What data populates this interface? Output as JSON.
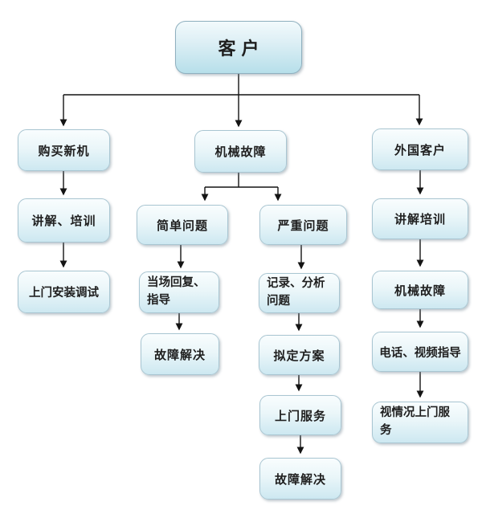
{
  "flowchart": {
    "description": "customer-service flowchart",
    "colors": {
      "node_fill_top": "#f9fdfe",
      "node_fill_bottom": "#cde8f1",
      "node_border": "#a9c6d2",
      "connector": "#141414",
      "text": "#1f1f1f",
      "background": "#ffffff"
    },
    "nodes": {
      "kehu": "客户",
      "goumai_xinji": "购买新机",
      "jiangjie_peixun_left": "讲解、培训",
      "shangmen_anzhuang": "上门安装调试",
      "jixie_guzhang_mid": "机械故障",
      "jiandan_wenti": "简单问题",
      "yanzhong_wenti": "严重问题",
      "dangchang_huifu": "当场回复、指导",
      "guzhang_jiejue_left": "故障解决",
      "jilu_fenxi": "记录、分析问题",
      "niding_fangan": "拟定方案",
      "shangmen_fuwu": "上门服务",
      "guzhang_jiejue_mid": "故障解决",
      "waiguo_kehu": "外国客户",
      "jiangjie_peixun_right": "讲解培训",
      "jixie_guzhang_right": "机械故障",
      "dianhua_shipin": "电话、视频指导",
      "shiqingkuang_shangmen": "视情况上门服务"
    },
    "edges": [
      {
        "from": "客户",
        "to": "购买新机"
      },
      {
        "from": "客户",
        "to": "机械故障"
      },
      {
        "from": "客户",
        "to": "外国客户"
      },
      {
        "from": "购买新机",
        "to": "讲解、培训"
      },
      {
        "from": "讲解、培训",
        "to": "上门安装调试"
      },
      {
        "from": "机械故障",
        "to": "简单问题"
      },
      {
        "from": "机械故障",
        "to": "严重问题"
      },
      {
        "from": "简单问题",
        "to": "当场回复、指导"
      },
      {
        "from": "当场回复、指导",
        "to": "故障解决"
      },
      {
        "from": "严重问题",
        "to": "记录、分析问题"
      },
      {
        "from": "记录、分析问题",
        "to": "拟定方案"
      },
      {
        "from": "拟定方案",
        "to": "上门服务"
      },
      {
        "from": "上门服务",
        "to": "故障解决"
      },
      {
        "from": "外国客户",
        "to": "讲解培训"
      },
      {
        "from": "讲解培训",
        "to": "机械故障"
      },
      {
        "from": "机械故障",
        "to": "电话、视频指导"
      },
      {
        "from": "电话、视频指导",
        "to": "视情况上门服务"
      }
    ]
  }
}
